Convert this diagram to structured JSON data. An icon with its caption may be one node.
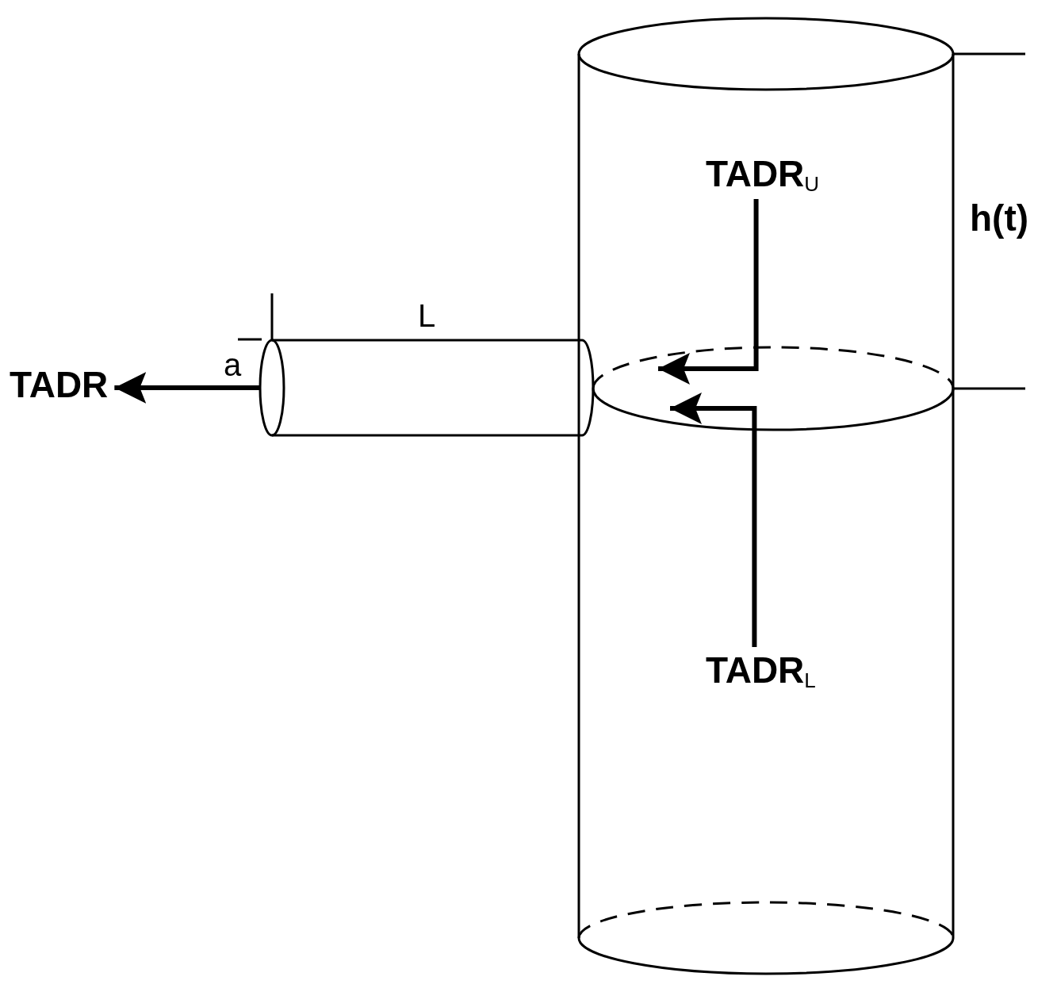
{
  "diagram": {
    "nodes": [
      {
        "text": [],
        "shape": "cylinder"
      },
      {
        "text": [],
        "shape": "cylinder"
      },
      {
        "text": [
          "TADR"
        ]
      },
      {
        "text": [
          "TADR$_{U}$"
        ],
        "in": 0
      },
      {
        "text": [
          "TADR$_{L}$"
        ],
        "in": 0
      }
    ],
    "edges": [
      {
        "from": 1,
        "to": 2,
        "arrow": "to"
      },
      {
        "from": 3,
        "to": null,
        "arrow": "to"
      },
      {
        "from": 4,
        "to": null,
        "arrow": "to"
      }
    ],
    "labels": [
      "L",
      "a",
      "h(t)"
    ]
  }
}
